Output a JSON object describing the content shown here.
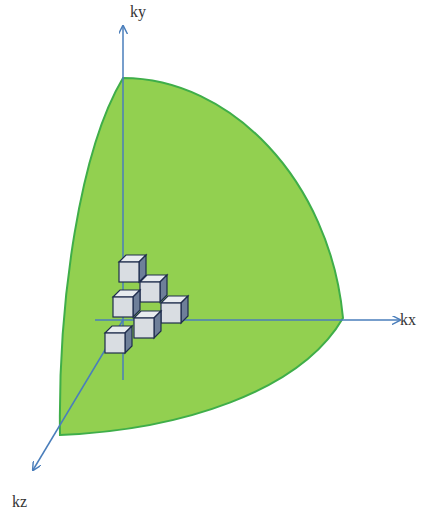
{
  "diagram": {
    "labels": [
      "ky",
      "kx",
      "kz"
    ]
  }
}
